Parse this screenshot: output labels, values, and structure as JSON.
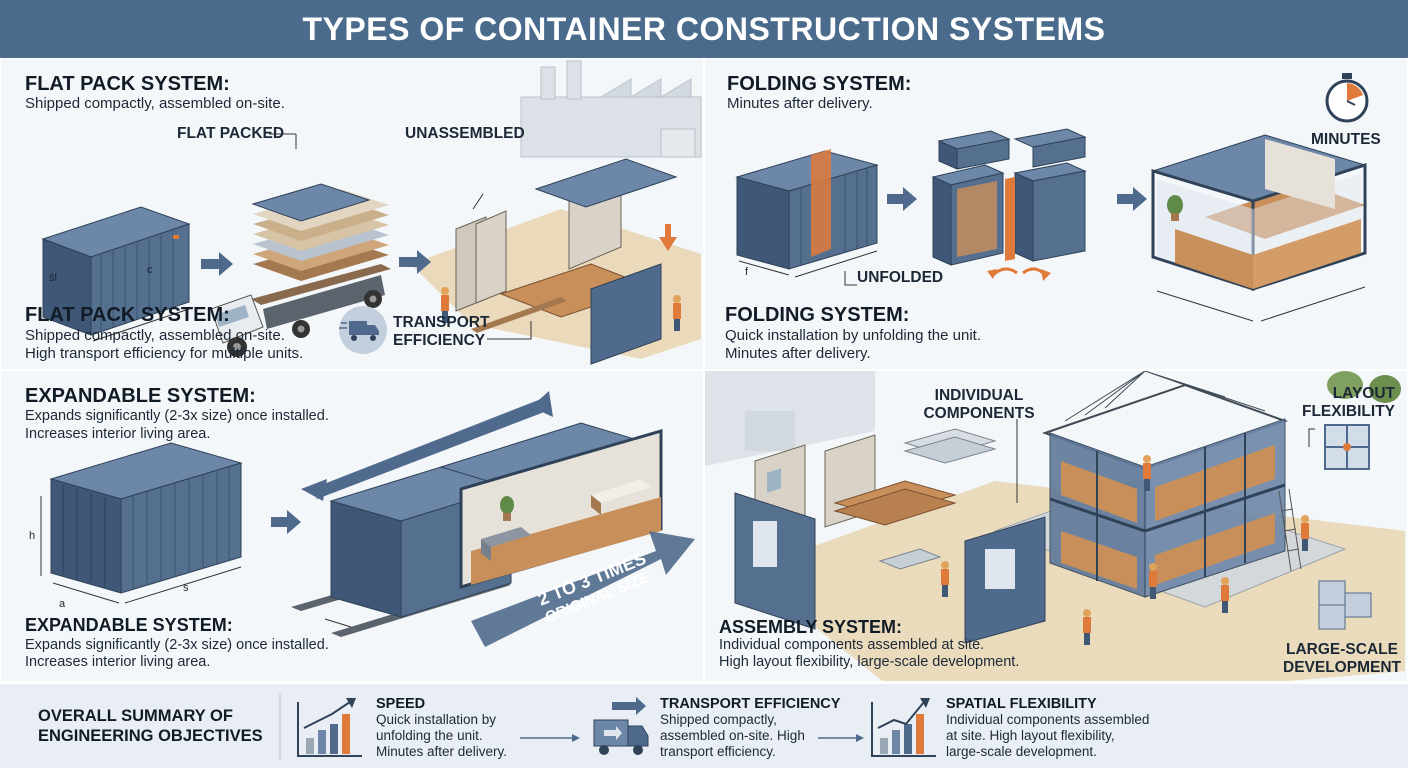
{
  "title": "TYPES OF CONTAINER CONSTRUCTION SYSTEMS",
  "flat_pack": {
    "heading": "FLAT PACK SYSTEM:",
    "subtitle": "Shipped compactly, assembled on-site.",
    "label_flat_packed": "FLAT PACKED",
    "label_unassembled": "UNASSEMBLED",
    "label_transport": [
      "TRANSPORT",
      "EFFICIENCY"
    ],
    "dim_width": "c",
    "dim_height": "ŝl",
    "bottom_heading": "FLAT PACK SYSTEM:",
    "bottom_lines": [
      "Shipped compactly, assembled on-site.",
      "High transport efficiency for multiple units."
    ]
  },
  "folding": {
    "heading": "FOLDING SYSTEM:",
    "subtitle": "Minutes after delivery.",
    "label_unfolded": "UNFOLDED",
    "label_minutes": "MINUTES",
    "dim_mark": "f",
    "bottom_heading": "FOLDING SYSTEM:",
    "bottom_lines": [
      "Quick installation by unfolding the unit.",
      "Minutes after delivery."
    ]
  },
  "expandable": {
    "heading": "EXPANDABLE SYSTEM:",
    "lines": [
      "Expands significantly (2-3x size) once installed.",
      "Increases interior living area."
    ],
    "dim_h": "h",
    "dim_a": "a",
    "dim_s": "s",
    "arrow_text": [
      "2 TO 3 TIMES",
      "ORIGINAL SIZE"
    ],
    "bottom_heading": "EXPANDABLE SYSTEM:",
    "bottom_lines": [
      "Expands significantly (2-3x size) once installed.",
      "Increases interior living area."
    ]
  },
  "assembly": {
    "label_components": [
      "INDIVIDUAL",
      "COMPONENTS"
    ],
    "label_layout": [
      "LAYOUT",
      "FLEXIBILITY"
    ],
    "label_large_scale": [
      "LARGE-SCALE",
      "DEVELOPMENT"
    ],
    "heading": "ASSEMBLY SYSTEM:",
    "lines": [
      "Individual components assembled at site.",
      "High layout flexibility, large-scale development."
    ]
  },
  "summary": {
    "title": [
      "OVERALL SUMMARY OF",
      "ENGINEERING OBJECTIVES"
    ],
    "items": [
      {
        "heading": "SPEED",
        "lines": [
          "Quick installation by",
          "unfolding the unit.",
          "Minutes after delivery."
        ]
      },
      {
        "heading": "TRANSPORT EFFICIENCY",
        "lines": [
          "Shipped compactly,",
          "assembled on-site. High",
          "transport efficiency."
        ]
      },
      {
        "heading": "SPATIAL FLEXIBILITY",
        "lines": [
          "Individual components assembled",
          "at site. High layout flexibility,",
          "large-scale development."
        ]
      }
    ]
  },
  "colors": {
    "header": "#4a6b8c",
    "container_blue": "#4f6a8c",
    "accent_orange": "#e07a3a",
    "wood": "#c98f5a"
  }
}
